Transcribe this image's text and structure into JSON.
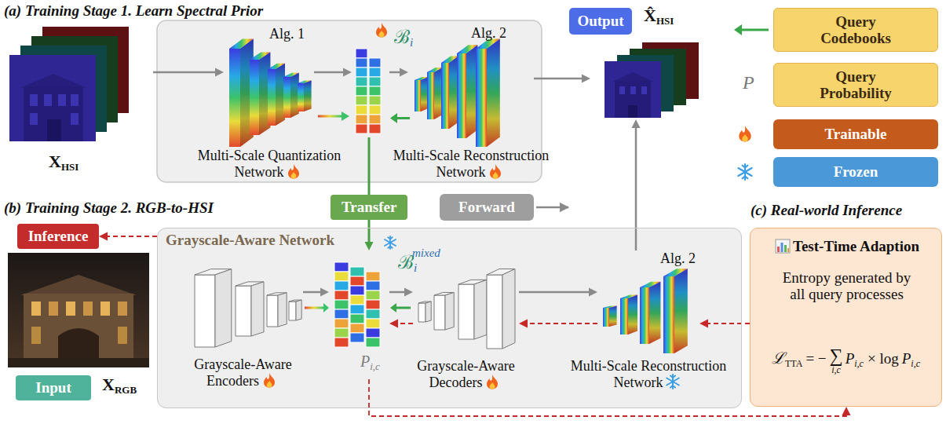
{
  "diagram": {
    "nodes": [
      {
        "text": [
          "X",
          "HSI"
        ]
      },
      {
        "text": [
          "Alg. 1",
          "Multi-Scale Quantization Network"
        ]
      },
      {
        "text": [
          "ℬ",
          "i"
        ]
      },
      {
        "text": [
          "Alg. 2",
          "Multi-Scale Reconstruction Network"
        ]
      },
      {
        "text": [
          "Output"
        ]
      },
      {
        "text": [
          "X̂",
          "HSI"
        ]
      },
      {
        "text": [
          "Inference"
        ]
      },
      {
        "text": [
          "Input"
        ]
      },
      {
        "text": [
          "Grayscale-Aware Network"
        ]
      },
      {
        "text": [
          "Grayscale-Aware Encoders"
        ],
        "in": 8
      },
      {
        "text": [
          "ℬ",
          "i",
          "mixed",
          "P",
          "i,c"
        ],
        "in": 8
      },
      {
        "text": [
          "Grayscale-Aware Decoders"
        ],
        "in": 8
      },
      {
        "text": [
          "Alg. 2",
          "Multi-Scale Reconstruction Network"
        ],
        "in": 8
      },
      {
        "text": [
          "(c) Real-world Inference",
          "Test-Time Adaption",
          "Entropy generated by all query processes",
          "ℒ",
          "TTA",
          "= −",
          "∑",
          "i,c",
          "P",
          "i,c",
          "× log",
          "P",
          "i,c"
        ]
      }
    ],
    "edges": [
      {
        "from": 0,
        "to": 1,
        "arrow": "to"
      },
      {
        "from": 1,
        "to": 2,
        "arrow": "to"
      },
      {
        "from": 2,
        "to": 3,
        "arrow": "to"
      },
      {
        "from": 3,
        "to": 5,
        "arrow": "to"
      },
      {
        "from": 2,
        "to": 10,
        "label": "Transfer",
        "arrow": "to"
      },
      {
        "from": 8,
        "to": 6,
        "arrow": "to"
      },
      {
        "from": 9,
        "to": 10,
        "arrow": "to"
      },
      {
        "from": 10,
        "to": 11,
        "arrow": "to"
      },
      {
        "from": 11,
        "to": 12,
        "arrow": "to"
      },
      {
        "from": 12,
        "to": 5,
        "arrow": "to"
      },
      {
        "from": 10,
        "to": 13,
        "arrow": "to"
      },
      {
        "from": 13,
        "to": 12,
        "arrow": "to"
      },
      {
        "from": 12,
        "to": 11,
        "arrow": "to"
      },
      {
        "from": 11,
        "to": 10,
        "arrow": "to"
      }
    ],
    "labels": [
      "(a) Training Stage 1. Learn Spectral Prior",
      "(b) Training Stage 2. RGB-to-HSI",
      "P",
      "X",
      "RGB"
    ],
    "legend": [
      {
        "text": "Query Codebooks"
      },
      {
        "text": "Query Probability"
      },
      {
        "text": "Trainable",
        "color": "#c55a1d"
      },
      {
        "text": "Frozen",
        "color": "#4a98d8"
      },
      {
        "text": "Forward"
      }
    ]
  }
}
